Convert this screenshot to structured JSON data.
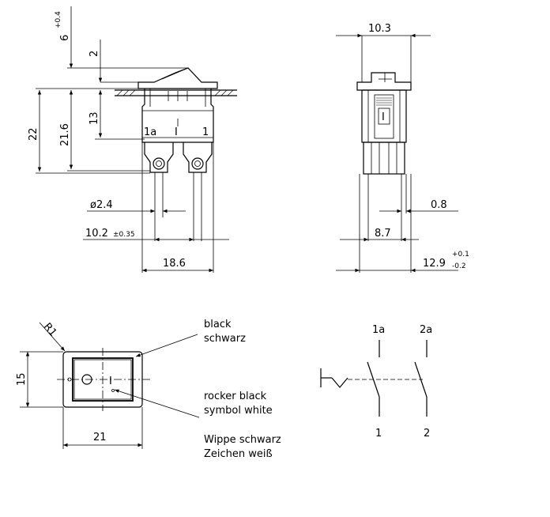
{
  "side_view": {
    "dim_6": "6",
    "dim_6_tol": "+0.4",
    "dim_2": "2",
    "dim_22": "22",
    "dim_21_6": "21.6",
    "dim_13": "13",
    "terminal_1a": "1a",
    "terminal_I": "I",
    "terminal_1": "1",
    "dim_phi": "ø2.4",
    "dim_10_2": "10.2",
    "dim_10_2_tol": "±0.35",
    "dim_18_6": "18.6"
  },
  "end_view": {
    "dim_10_3": "10.3",
    "symbol_I": "I",
    "dim_0_8": "0.8",
    "dim_8_7": "8.7",
    "dim_12_9": "12.9",
    "dim_12_9_tol_plus": "+0.1",
    "dim_12_9_tol_minus": "-0.2"
  },
  "front_view": {
    "radius": "R1",
    "dim_15": "15",
    "dim_21": "21",
    "symbol_I": "I",
    "note_black_en": "black",
    "note_black_de": "schwarz",
    "note_rocker_en_1": "rocker black",
    "note_rocker_en_2": "symbol white",
    "note_rocker_de_1": "Wippe schwarz",
    "note_rocker_de_2": "Zeichen weiß"
  },
  "schematic": {
    "label_1a": "1a",
    "label_2a": "2a",
    "label_1": "1",
    "label_2": "2"
  }
}
